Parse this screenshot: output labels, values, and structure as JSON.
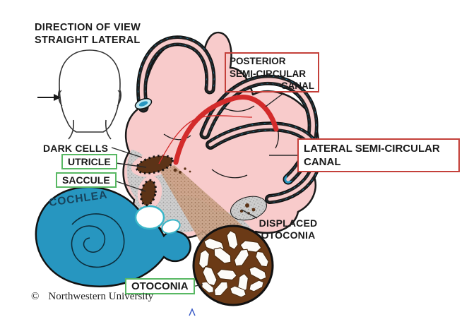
{
  "diagram": {
    "title_note": {
      "line1": "DIRECTION OF VIEW",
      "line2": "STRAIGHT LATERAL"
    },
    "labels": {
      "dark_cells": "DARK CELLS",
      "utricle": "UTRICLE",
      "saccule": "SACCULE",
      "cochlea": "COCHLEA",
      "otoconia": "OTOCONIA",
      "displaced_otoconia": {
        "line1": "DISPLACED",
        "line2": "OTOCONIA"
      },
      "posterior_canal": {
        "line1": "POSTERIOR",
        "line2": "SEMI-CIRCULAR",
        "line3": "CANAL"
      },
      "lateral_canal": {
        "line1": "LATERAL SEMI-CIRCULAR",
        "line2": "CANAL"
      }
    },
    "credit": {
      "symbol": "©",
      "text": "Northwestern University"
    },
    "colors": {
      "canal_blue": "#2796c0",
      "membrane_pink": "#f8cbcb",
      "otoconia_brown": "#5c3317",
      "highlight_red": "#d32b2b",
      "green_box_border": "#58b863",
      "red_box_border": "#c4403a"
    }
  }
}
